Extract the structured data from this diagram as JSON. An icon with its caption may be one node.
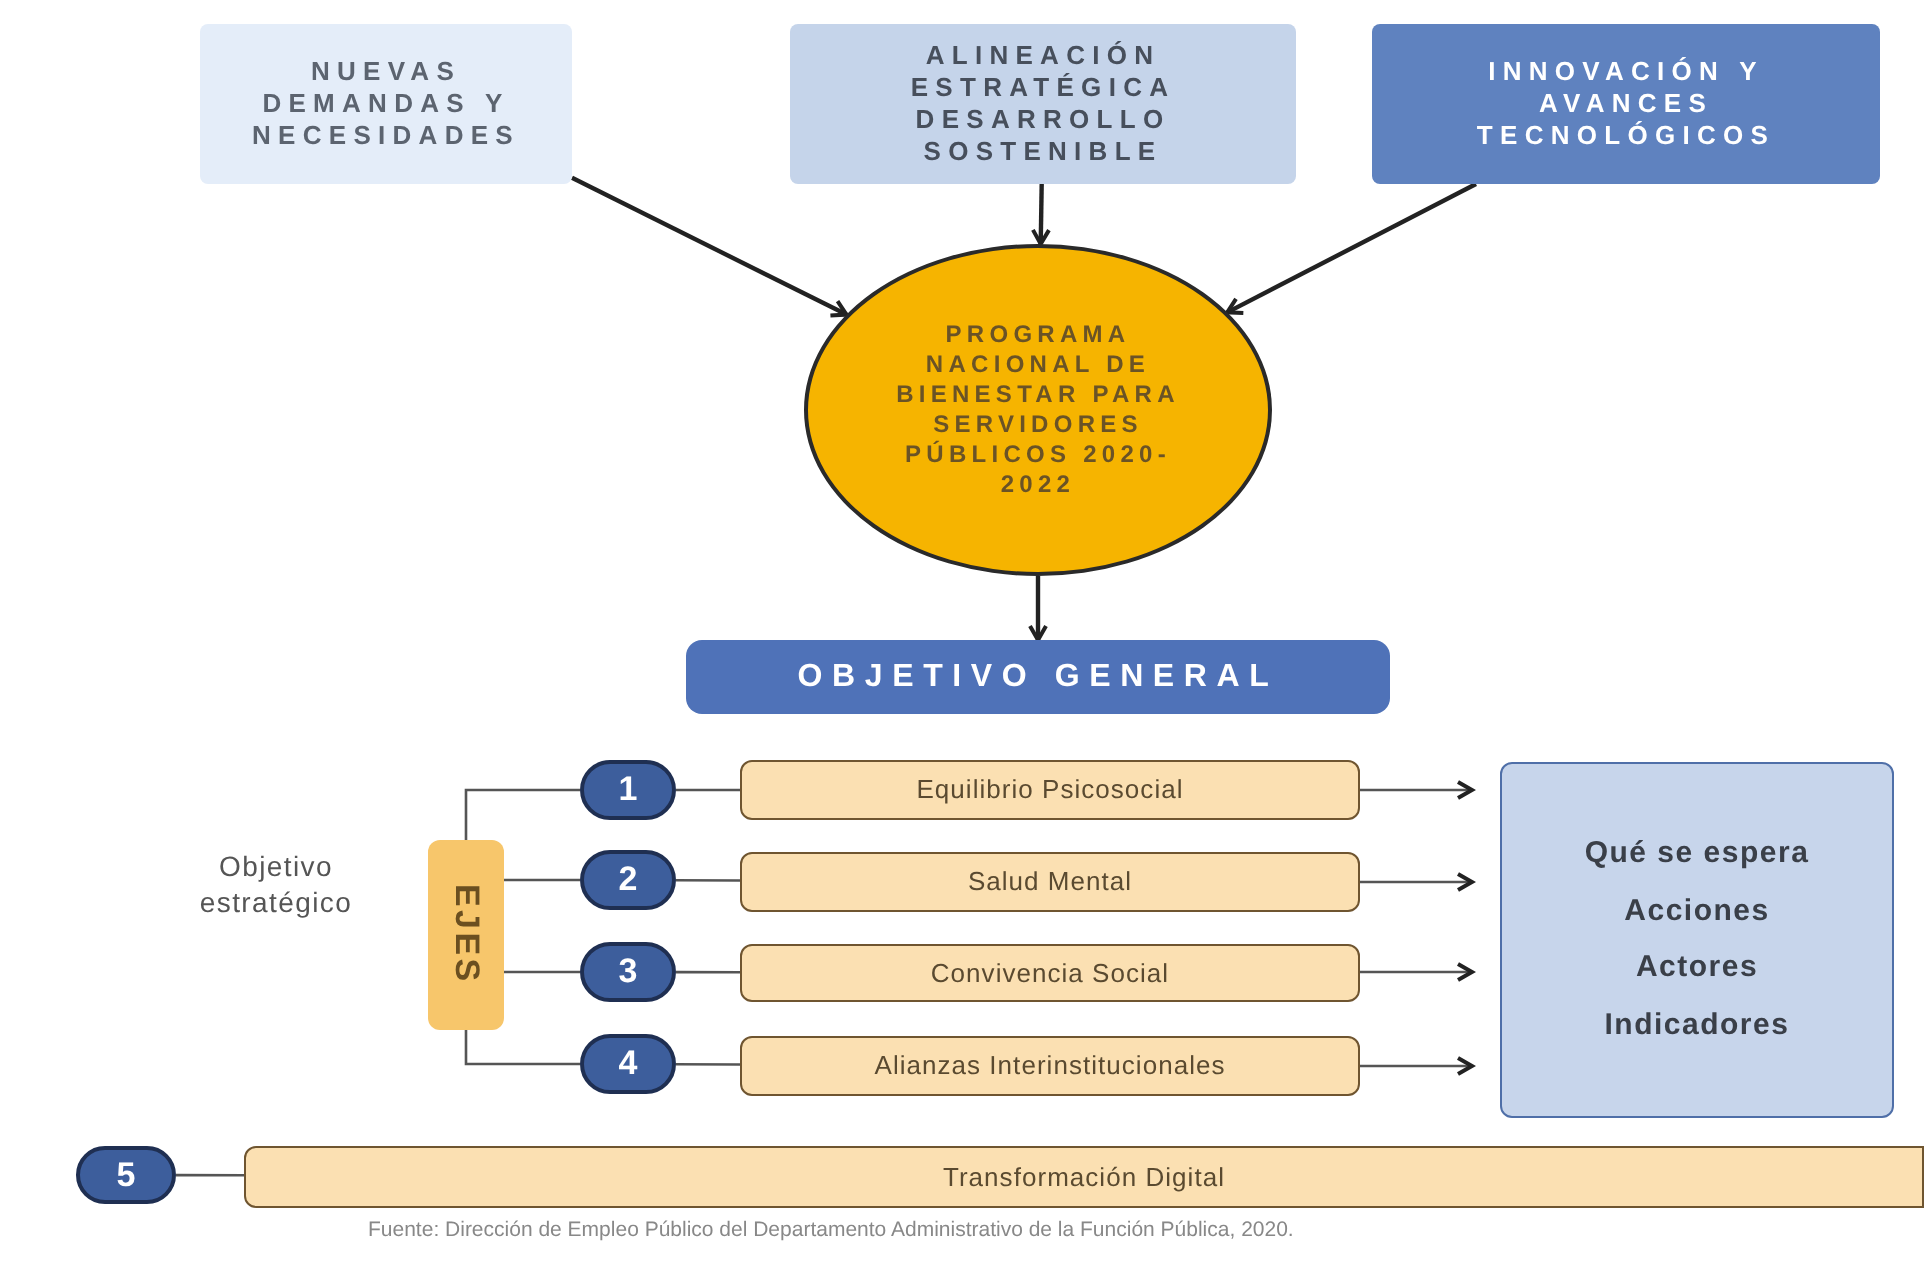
{
  "diagram": {
    "caption": "Fuente: Dirección de Empleo Público del Departamento Administrativo de la Función Pública, 2020.",
    "nodes": [
      {
        "text": [
          "NUEVAS DEMANDAS Y NECESIDADES"
        ]
      },
      {
        "text": [
          "ALINEACIÓN ESTRATÉGICA DESARROLLO SOSTENIBLE"
        ]
      },
      {
        "text": [
          "INNOVACIÓN Y AVANCES TECNOLÓGICOS"
        ]
      },
      {
        "text": [
          "PROGRAMA NACIONAL DE BIENESTAR PARA SERVIDORES PÚBLICOS 2020-2022"
        ]
      },
      {
        "text": [
          "OBJETIVO GENERAL"
        ]
      },
      {
        "text": [
          "EJES"
        ]
      },
      {
        "text": [
          "1"
        ]
      },
      {
        "text": [
          "2"
        ]
      },
      {
        "text": [
          "3"
        ]
      },
      {
        "text": [
          "4"
        ]
      },
      {
        "text": [
          "Equilibrio Psicosocial"
        ]
      },
      {
        "text": [
          "Salud Mental"
        ]
      },
      {
        "text": [
          "Convivencia Social"
        ]
      },
      {
        "text": [
          "Alianzas Interinstitucionales"
        ]
      },
      {
        "text": [
          "Qué se espera",
          "Acciones",
          "Actores",
          "Indicadores"
        ]
      },
      {
        "text": [
          "5"
        ]
      },
      {
        "text": [
          "Transformación Digital"
        ]
      }
    ],
    "edges": [
      {
        "from": 0,
        "to": 3,
        "arrow": "to"
      },
      {
        "from": 1,
        "to": 3,
        "arrow": "to"
      },
      {
        "from": 2,
        "to": 3,
        "arrow": "to"
      },
      {
        "from": 3,
        "to": 4,
        "arrow": "to"
      },
      {
        "from": 5,
        "to": 6,
        "arrow": "none"
      },
      {
        "from": 5,
        "to": 7,
        "arrow": "none"
      },
      {
        "from": 5,
        "to": 8,
        "arrow": "none"
      },
      {
        "from": 5,
        "to": 9,
        "arrow": "none"
      },
      {
        "from": 6,
        "to": 10,
        "arrow": "none"
      },
      {
        "from": 7,
        "to": 11,
        "arrow": "none"
      },
      {
        "from": 8,
        "to": 12,
        "arrow": "none"
      },
      {
        "from": 9,
        "to": 13,
        "arrow": "none"
      },
      {
        "from": 10,
        "to": 14,
        "arrow": "to"
      },
      {
        "from": 11,
        "to": 14,
        "arrow": "to"
      },
      {
        "from": 12,
        "to": 14,
        "arrow": "to"
      },
      {
        "from": 13,
        "to": 14,
        "arrow": "to"
      },
      {
        "from": 15,
        "to": 16,
        "arrow": "none"
      }
    ],
    "labels": [
      "Objetivo estratégico"
    ]
  }
}
